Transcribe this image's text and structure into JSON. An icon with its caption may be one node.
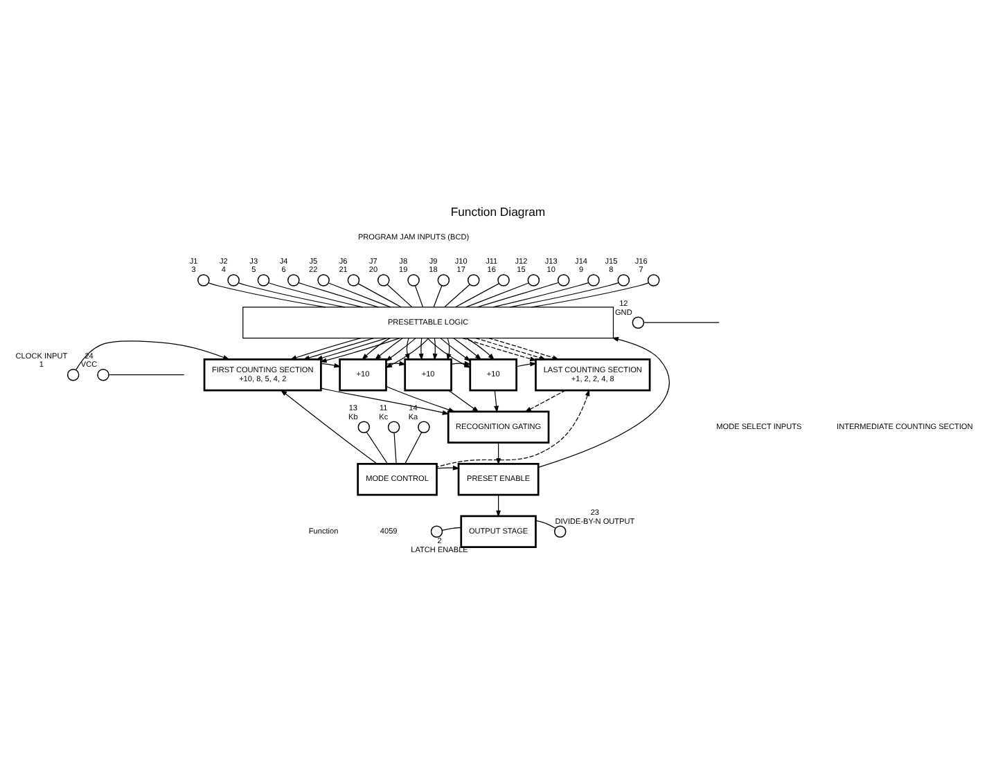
{
  "diagram": {
    "title": "Function Diagram",
    "nodes": [
      {
        "text": [],
        "shape": "circle",
        "beside": [
          "J1",
          "3"
        ]
      },
      {
        "text": [],
        "shape": "circle",
        "beside": [
          "J2",
          "4"
        ]
      },
      {
        "text": [],
        "shape": "circle",
        "beside": [
          "J3",
          "5"
        ]
      },
      {
        "text": [],
        "shape": "circle",
        "beside": [
          "J4",
          "6"
        ]
      },
      {
        "text": [],
        "shape": "circle",
        "beside": [
          "J5",
          "22"
        ]
      },
      {
        "text": [],
        "shape": "circle",
        "beside": [
          "J6",
          "21"
        ]
      },
      {
        "text": [],
        "shape": "circle",
        "beside": [
          "J7",
          "20"
        ]
      },
      {
        "text": [],
        "shape": "circle",
        "beside": [
          "J8",
          "19"
        ]
      },
      {
        "text": [],
        "shape": "circle",
        "beside": [
          "J9",
          "18"
        ]
      },
      {
        "text": [],
        "shape": "circle",
        "beside": [
          "J10",
          "17"
        ]
      },
      {
        "text": [],
        "shape": "circle",
        "beside": [
          "J11",
          "16"
        ]
      },
      {
        "text": [],
        "shape": "circle",
        "beside": [
          "J12",
          "15"
        ]
      },
      {
        "text": [],
        "shape": "circle",
        "beside": [
          "J13",
          "10"
        ]
      },
      {
        "text": [],
        "shape": "circle",
        "beside": [
          "J14",
          "9"
        ]
      },
      {
        "text": [],
        "shape": "circle",
        "beside": [
          "J15",
          "8"
        ]
      },
      {
        "text": [],
        "shape": "circle",
        "beside": [
          "J16",
          "7"
        ]
      },
      {
        "text": [
          "PRESETTABLE LOGIC"
        ]
      },
      {
        "text": [],
        "shape": "circle",
        "beside": [
          "12",
          "GND"
        ]
      },
      {
        "text": [],
        "shape": "circle",
        "beside": [
          "24",
          "VCC"
        ]
      },
      {
        "text": [],
        "shape": "circle",
        "beside": [
          "CLOCK INPUT",
          "1"
        ]
      },
      {
        "text": [
          "FIRST COUNTING SECTION",
          "+10, 8, 5, 4, 2"
        ]
      },
      {
        "text": [
          "+10"
        ]
      },
      {
        "text": [
          "+10"
        ]
      },
      {
        "text": [
          "+10"
        ]
      },
      {
        "text": [
          "LAST COUNTING SECTION",
          "+1, 2, 2, 4, 8"
        ]
      },
      {
        "text": [
          "RECOGNITION GATING"
        ]
      },
      {
        "text": [],
        "shape": "circle",
        "beside": [
          "14",
          "Ka"
        ]
      },
      {
        "text": [],
        "shape": "circle",
        "beside": [
          "13",
          "Kb"
        ]
      },
      {
        "text": [],
        "shape": "circle",
        "beside": [
          "11",
          "Kc"
        ]
      },
      {
        "text": [
          "MODE CONTROL"
        ]
      },
      {
        "text": [
          "PRESET ENABLE"
        ]
      },
      {
        "text": [],
        "shape": "circle",
        "beside": [
          "2",
          "LATCH ENABLE"
        ]
      },
      {
        "text": [
          "OUTPUT STAGE"
        ]
      },
      {
        "text": [],
        "shape": "circle",
        "beside": [
          "23",
          "DIVIDE-BY-N OUTPUT"
        ]
      }
    ],
    "edges": [
      {
        "from": 0,
        "to": 16,
        "arrow": "none"
      },
      {
        "from": 1,
        "to": 16,
        "arrow": "none"
      },
      {
        "from": 2,
        "to": 16,
        "arrow": "none"
      },
      {
        "from": 3,
        "to": 16,
        "arrow": "none"
      },
      {
        "from": 4,
        "to": 16,
        "arrow": "none"
      },
      {
        "from": 5,
        "to": 16,
        "arrow": "none"
      },
      {
        "from": 6,
        "to": 16,
        "arrow": "none"
      },
      {
        "from": 7,
        "to": 16,
        "arrow": "none"
      },
      {
        "from": 8,
        "to": 16,
        "arrow": "none"
      },
      {
        "from": 9,
        "to": 16,
        "arrow": "none"
      },
      {
        "from": 10,
        "to": 16,
        "arrow": "none"
      },
      {
        "from": 11,
        "to": 16,
        "arrow": "none"
      },
      {
        "from": 12,
        "to": 16,
        "arrow": "none"
      },
      {
        "from": 13,
        "to": 16,
        "arrow": "none"
      },
      {
        "from": 14,
        "to": 16,
        "arrow": "none"
      },
      {
        "from": 15,
        "to": 16,
        "arrow": "none"
      },
      {
        "from": 16,
        "to": 20,
        "arrow": "to"
      },
      {
        "from": 16,
        "to": 20,
        "arrow": "to"
      },
      {
        "from": 16,
        "to": 20,
        "arrow": "to"
      },
      {
        "from": 16,
        "to": 20,
        "arrow": "to"
      },
      {
        "from": 16,
        "to": 21,
        "arrow": "to"
      },
      {
        "from": 16,
        "to": 21,
        "arrow": "to"
      },
      {
        "from": 16,
        "to": 21,
        "arrow": "to"
      },
      {
        "from": 16,
        "to": 21,
        "arrow": "to"
      },
      {
        "from": 16,
        "to": 22,
        "arrow": "to"
      },
      {
        "from": 16,
        "to": 22,
        "arrow": "to"
      },
      {
        "from": 16,
        "to": 22,
        "arrow": "to"
      },
      {
        "from": 16,
        "to": 22,
        "arrow": "to"
      },
      {
        "from": 16,
        "to": 23,
        "arrow": "to"
      },
      {
        "from": 16,
        "to": 23,
        "arrow": "to"
      },
      {
        "from": 16,
        "to": 23,
        "arrow": "to"
      },
      {
        "from": 16,
        "to": 23,
        "arrow": "to"
      },
      {
        "from": 16,
        "to": 24,
        "arrow": "to",
        "style": "dashed"
      },
      {
        "from": 16,
        "to": 24,
        "arrow": "to",
        "style": "dashed"
      },
      {
        "from": 16,
        "to": 24,
        "arrow": "to",
        "style": "dashed"
      },
      {
        "from": 17,
        "to": null,
        "arrow": "none"
      },
      {
        "from": 18,
        "to": null,
        "arrow": "none"
      },
      {
        "from": 19,
        "to": 20,
        "arrow": "to"
      },
      {
        "from": 20,
        "to": 21,
        "arrow": "to"
      },
      {
        "from": 21,
        "to": 22,
        "arrow": "to"
      },
      {
        "from": 22,
        "to": 23,
        "arrow": "to"
      },
      {
        "from": 23,
        "to": 24,
        "arrow": "to"
      },
      {
        "from": 20,
        "to": 25,
        "arrow": "to"
      },
      {
        "from": 21,
        "to": 25,
        "arrow": "to"
      },
      {
        "from": 22,
        "to": 25,
        "arrow": "to"
      },
      {
        "from": 23,
        "to": 25,
        "arrow": "to"
      },
      {
        "from": 24,
        "to": 25,
        "arrow": "to",
        "style": "dashed"
      },
      {
        "from": 25,
        "to": 30,
        "arrow": "to"
      },
      {
        "from": 26,
        "to": 29,
        "arrow": "none"
      },
      {
        "from": 27,
        "to": 29,
        "arrow": "none"
      },
      {
        "from": 28,
        "to": 29,
        "arrow": "none"
      },
      {
        "from": 29,
        "to": 20,
        "arrow": "to"
      },
      {
        "from": 29,
        "to": 24,
        "arrow": "to",
        "style": "dashed"
      },
      {
        "from": 29,
        "to": 30,
        "arrow": "to"
      },
      {
        "from": 30,
        "to": 16,
        "arrow": "to"
      },
      {
        "from": 30,
        "to": 32,
        "arrow": "to"
      },
      {
        "from": 31,
        "to": 32,
        "arrow": "none"
      },
      {
        "from": 32,
        "to": 33,
        "arrow": "none"
      }
    ],
    "labels": [
      "PROGRAM JAM INPUTS (BCD)",
      "INTERMEDIATE COUNTING SECTION",
      "MODE SELECT INPUTS",
      "Function",
      "4059"
    ]
  }
}
